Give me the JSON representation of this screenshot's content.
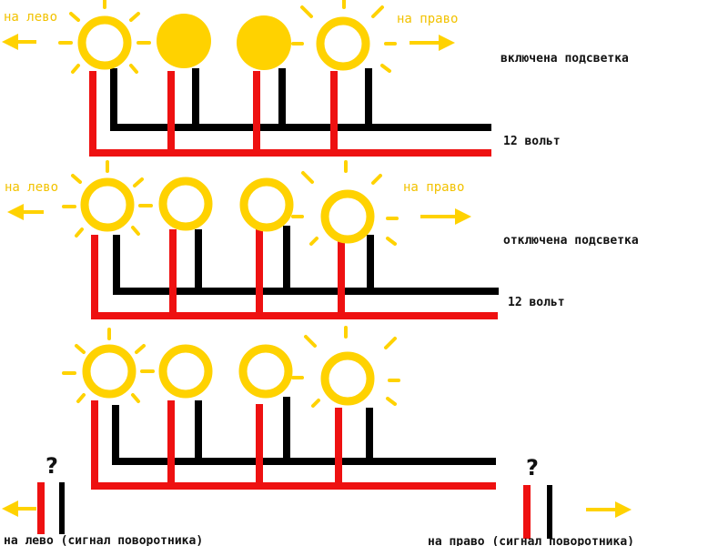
{
  "colors": {
    "lamp": "#ffd200",
    "plus_wire": "#ee1111",
    "minus_wire": "#000000",
    "label_yellow": "#f2c200",
    "label_black": "#111111"
  },
  "rows": [
    {
      "left_label": "на лево",
      "right_label": "на право",
      "state_label": "включена подсветка",
      "voltage_label": "12 вольт",
      "lamps": [
        "rays-ring",
        "filled",
        "filled",
        "rays-ring"
      ]
    },
    {
      "left_label": "на лево",
      "right_label": "на право",
      "state_label": "отключена подсветка",
      "voltage_label": "12 вольт",
      "lamps": [
        "rays-ring",
        "ring",
        "ring",
        "rays-ring"
      ]
    },
    {
      "left_label": "",
      "right_label": "",
      "state_label": "",
      "voltage_label": "",
      "lamps": [
        "rays-ring",
        "ring",
        "ring",
        "rays-ring"
      ]
    }
  ],
  "signals": {
    "left": {
      "question": "?",
      "label": "на лево (сигнал поворотника)"
    },
    "right": {
      "question": "?",
      "label": "на право (сигнал поворотника)"
    }
  }
}
